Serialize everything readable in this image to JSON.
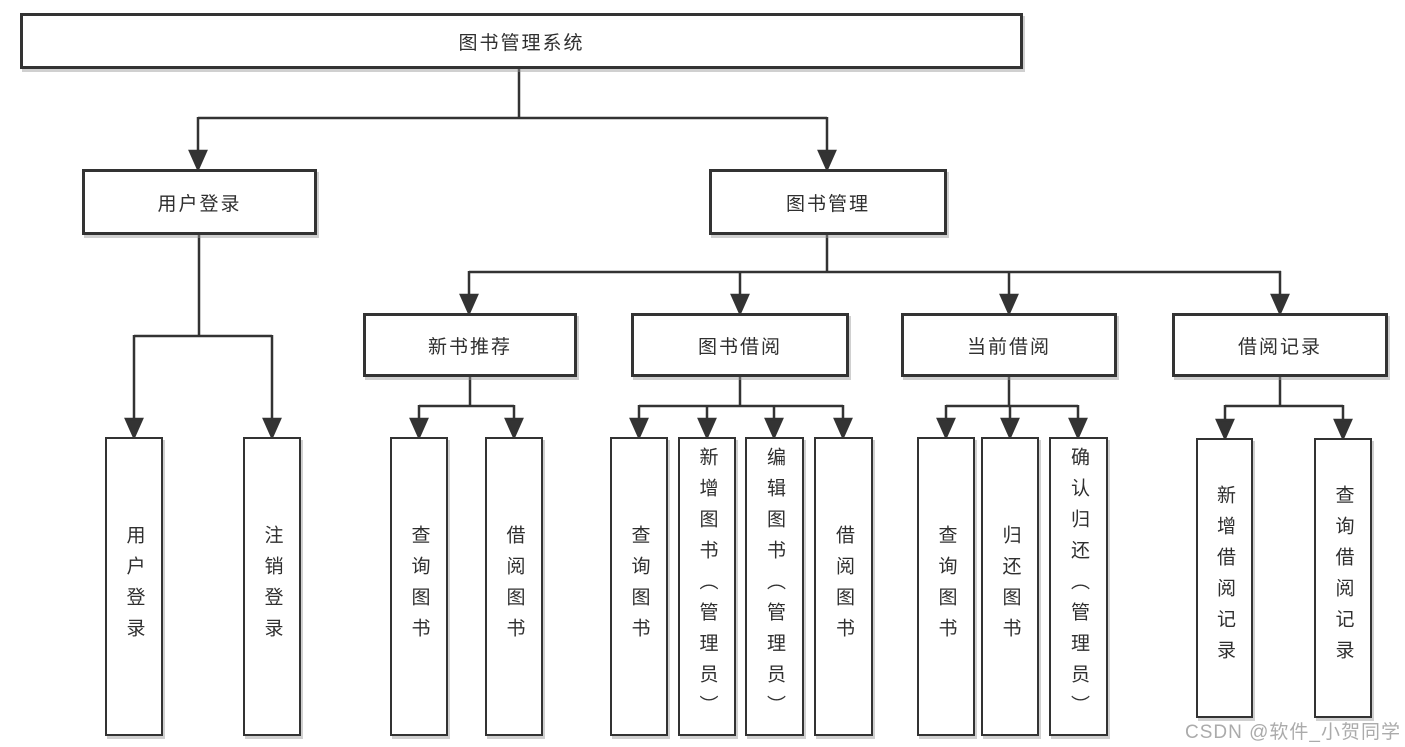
{
  "nodes": {
    "root": "图书管理系统",
    "level2": [
      "用户登录",
      "图书管理"
    ],
    "level3": [
      "新书推荐",
      "图书借阅",
      "当前借阅",
      "借阅记录"
    ],
    "login_children": [
      "用户登录",
      "注销登录"
    ],
    "newbook_children": [
      "查询图书",
      "借阅图书"
    ],
    "borrow_children": [
      "查询图书",
      "新增图书（管理员）",
      "编辑图书（管理员）",
      "借阅图书"
    ],
    "current_children": [
      "查询图书",
      "归还图书",
      "确认归还（管理员）"
    ],
    "records_children": [
      "新增借阅记录",
      "查询借阅记录"
    ]
  },
  "watermark": {
    "text": "CSDN @软件_小贺同学"
  },
  "colors": {
    "line": "#333333",
    "text": "#2f2f2f",
    "box_background": "#ffffff",
    "watermark": "#ababab",
    "background": "#ffffff"
  }
}
